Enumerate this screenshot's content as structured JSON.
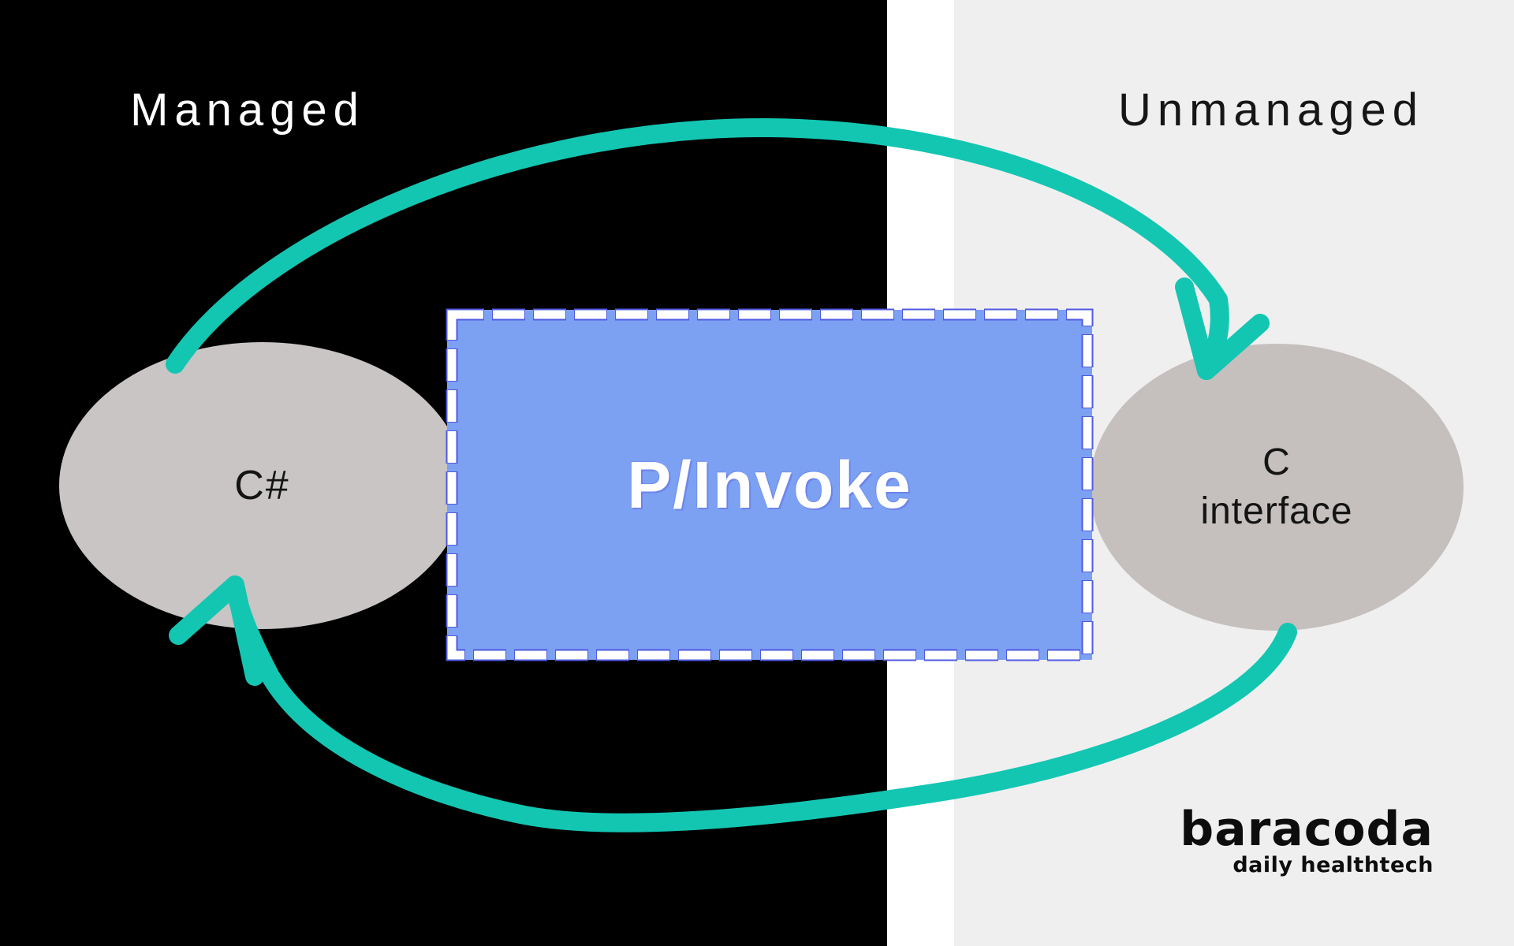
{
  "regions": {
    "managed": {
      "label": "Managed",
      "bg_color": "#000000",
      "label_color": "#ffffff"
    },
    "unmanaged": {
      "label": "Unmanaged",
      "bg_color": "#f0efef",
      "label_color": "#161616"
    },
    "divider_color": "#ffffff"
  },
  "nodes": {
    "csharp": {
      "label": "C#",
      "fill_color": "#c9c5c5",
      "label_color": "#141414"
    },
    "c_interface": {
      "label_line1": "C",
      "label_line2": "interface",
      "fill_color": "#c5bfbe",
      "label_color": "#141414"
    }
  },
  "bridge": {
    "label": "P/Invoke",
    "fill_color": "#7ca1f3",
    "dash_color": "#ffffff",
    "dash_rim_color": "#4f5ae2",
    "label_color": "#ffffff"
  },
  "arrows": {
    "color": "#13c6b2"
  },
  "logo": {
    "brand": "baracoda",
    "tagline": "daily healthtech",
    "color": "#0d0d0d"
  }
}
